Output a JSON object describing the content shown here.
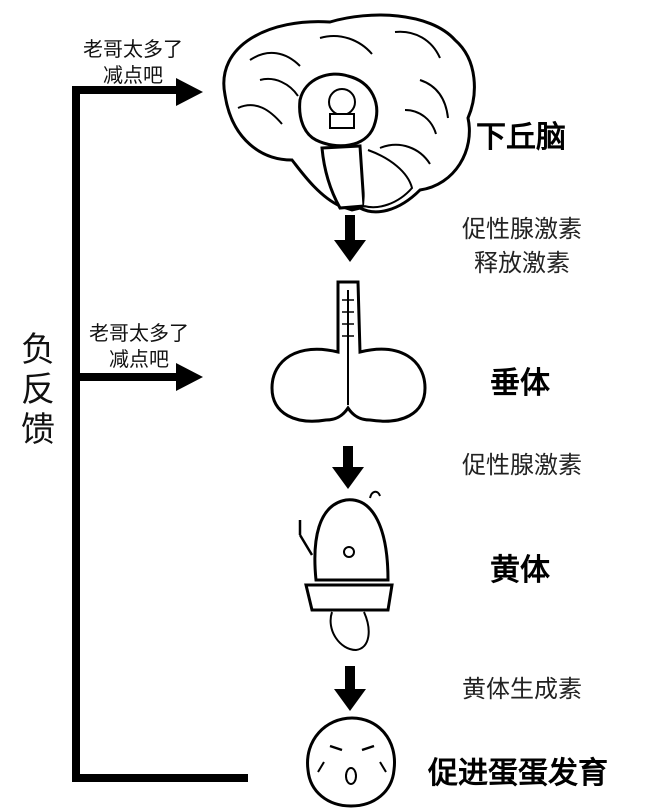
{
  "diagram": {
    "feedback_label": "负反馈",
    "inhibit_top": {
      "line1": "老哥太多了",
      "line2": "减点吧"
    },
    "inhibit_mid": {
      "line1": "老哥太多了",
      "line2": "减点吧"
    },
    "stages": {
      "hypothalamus": "下丘脑",
      "pituitary": "垂体",
      "corpus_luteum": "黄体",
      "outcome": "促进蛋蛋发育"
    },
    "hormones": {
      "gnrh_line1": "促性腺激素",
      "gnrh_line2": "释放激素",
      "gonadotropin": "促性腺激素",
      "lh": "黄体生成素"
    }
  }
}
